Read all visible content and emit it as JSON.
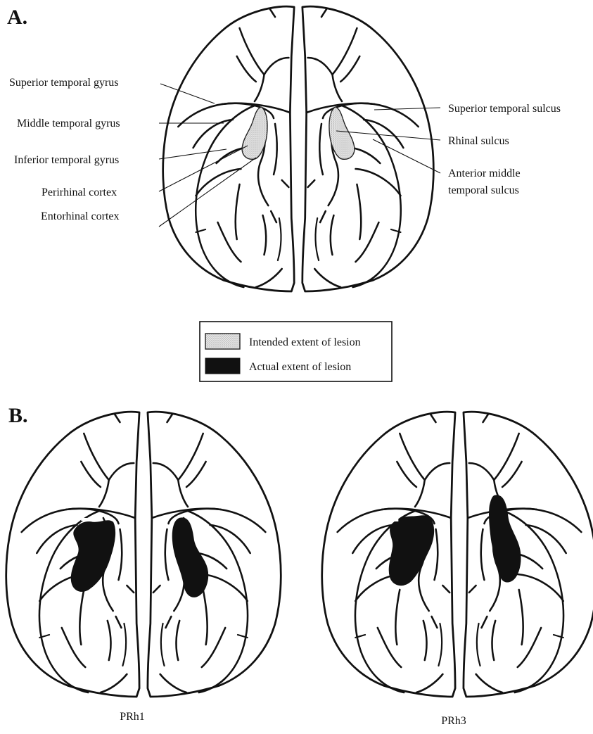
{
  "panels": {
    "a": {
      "letter": "A."
    },
    "b": {
      "letter": "B."
    }
  },
  "labels_left": [
    "Superior temporal gyrus",
    "Middle temporal gyrus",
    "Inferior temporal gyrus",
    "Perirhinal cortex",
    "Entorhinal cortex"
  ],
  "labels_right": {
    "sts": "Superior temporal sulcus",
    "rhinal": "Rhinal sulcus",
    "amts_line1": "Anterior middle",
    "amts_line2": "temporal sulcus"
  },
  "legend": {
    "intended": "Intended extent of lesion",
    "actual": "Actual extent of lesion",
    "colors": {
      "intended_fill": "#c8c8c8",
      "actual_fill": "#111111"
    }
  },
  "cases": [
    {
      "caption": "PRh1"
    },
    {
      "caption": "PRh3"
    }
  ]
}
